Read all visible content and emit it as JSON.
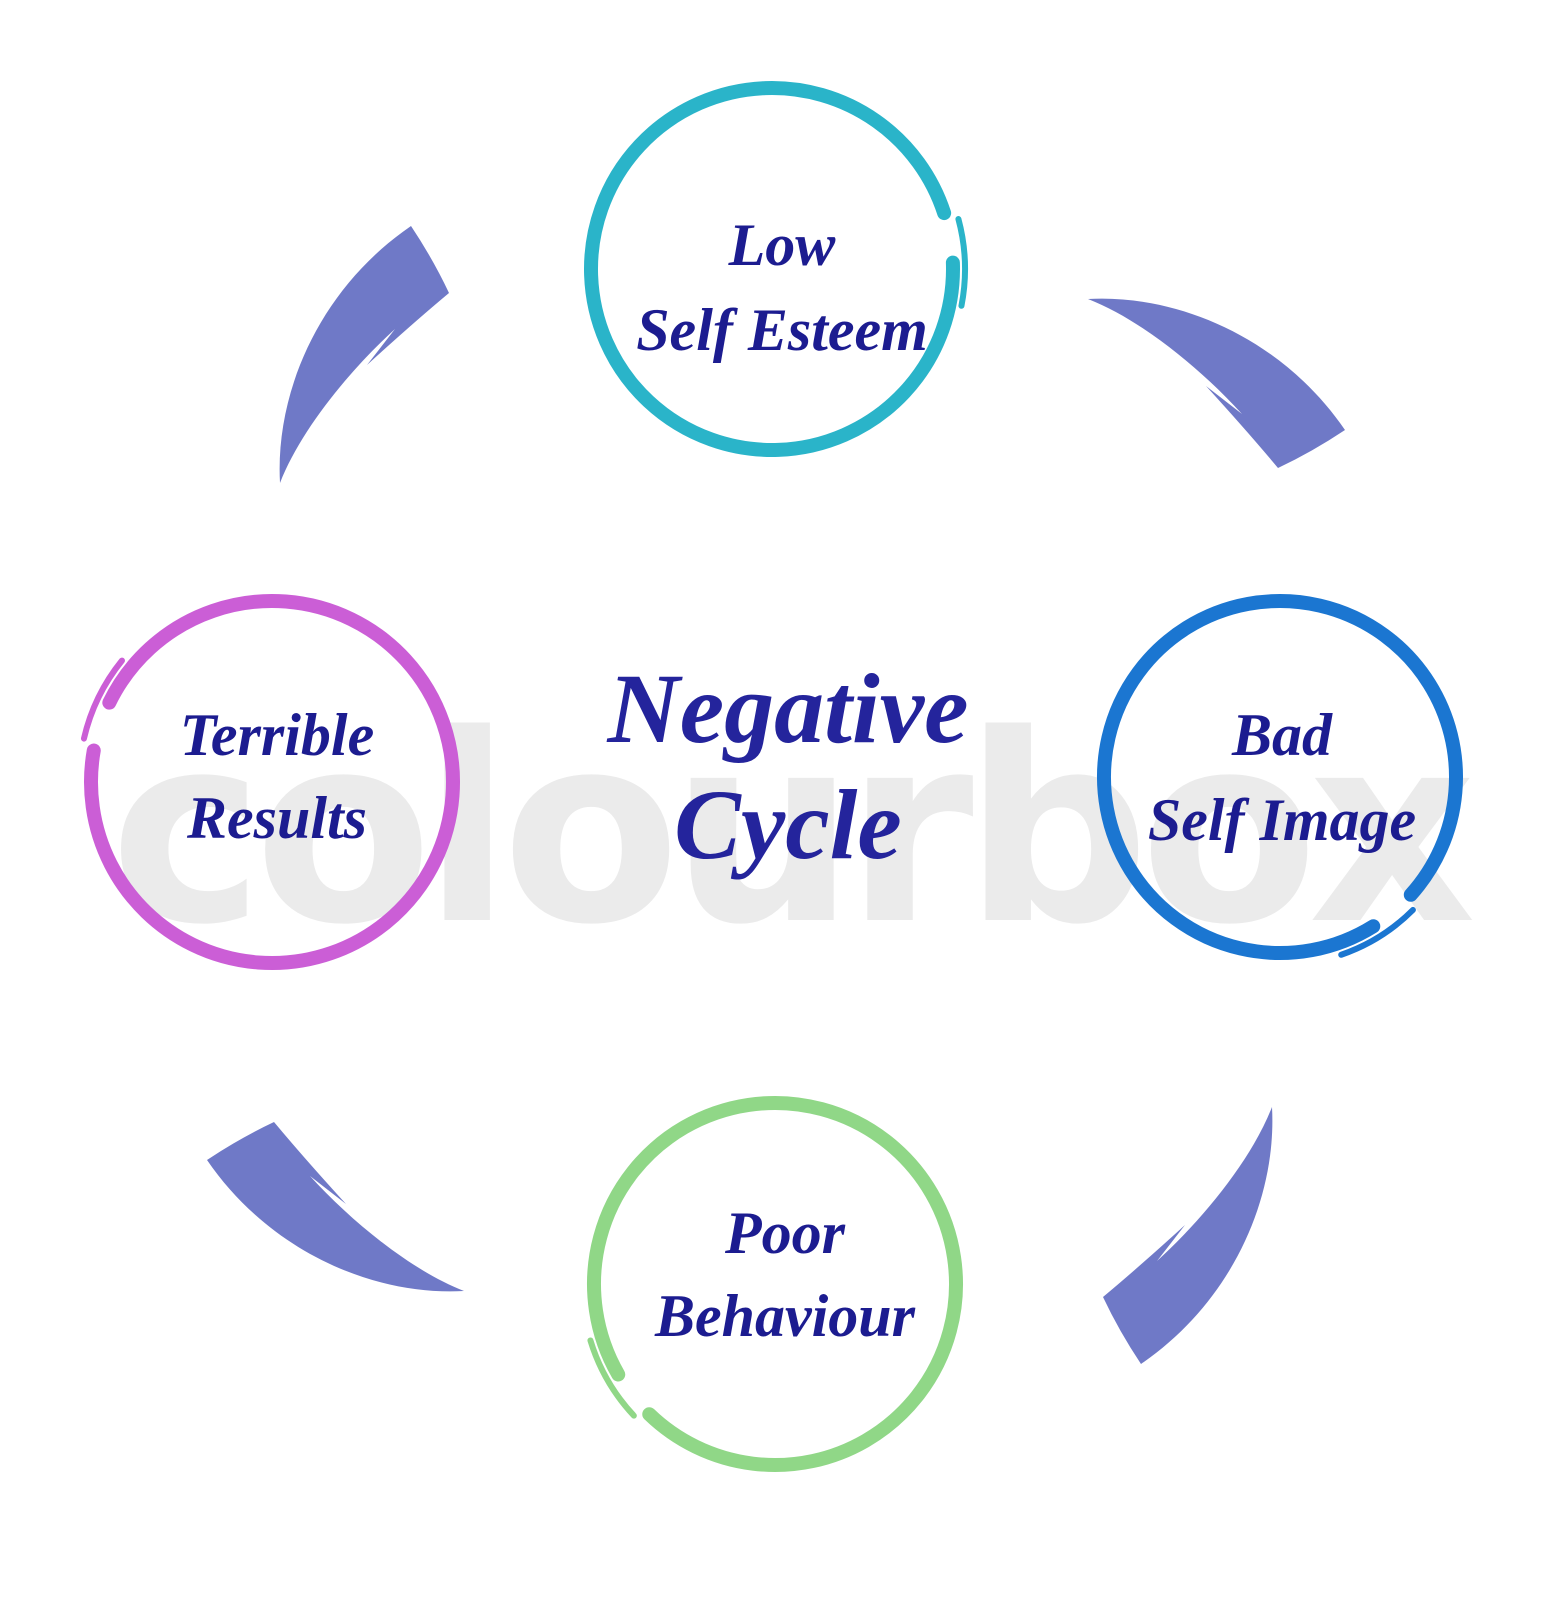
{
  "title": {
    "line1": "Negative",
    "line2": "Cycle"
  },
  "watermark": "colourbox",
  "nodes": [
    {
      "id": "low-self-esteem",
      "line1": "Low",
      "line2": "Self Esteem",
      "color": "#2ab4c9"
    },
    {
      "id": "bad-self-image",
      "line1": "Bad",
      "line2": "Self Image",
      "color": "#1b76d1"
    },
    {
      "id": "poor-behaviour",
      "line1": "Poor",
      "line2": "Behaviour",
      "color": "#90d787"
    },
    {
      "id": "terrible-results",
      "line1": "Terrible",
      "line2": "Results",
      "color": "#cb5ed6"
    }
  ],
  "arrows": [
    {
      "from": "low-self-esteem",
      "to": "bad-self-image"
    },
    {
      "from": "bad-self-image",
      "to": "poor-behaviour"
    },
    {
      "from": "poor-behaviour",
      "to": "terrible-results"
    },
    {
      "from": "terrible-results",
      "to": "low-self-esteem"
    }
  ],
  "colors": {
    "arrow": "#6f79c7",
    "label": "#1c1c90",
    "title": "#24249c",
    "watermark": "#ebebeb"
  }
}
